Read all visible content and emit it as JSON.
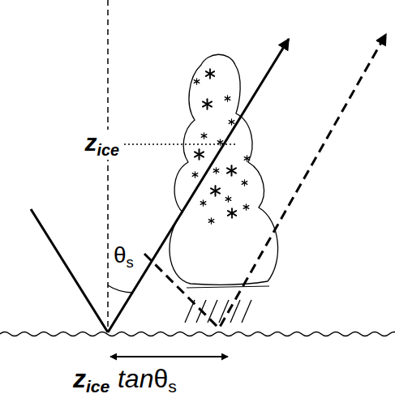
{
  "diagram": {
    "labels": [
      "z",
      "ice",
      "θ",
      "s",
      "z",
      "ice",
      "tan",
      "θ",
      "s"
    ]
  }
}
